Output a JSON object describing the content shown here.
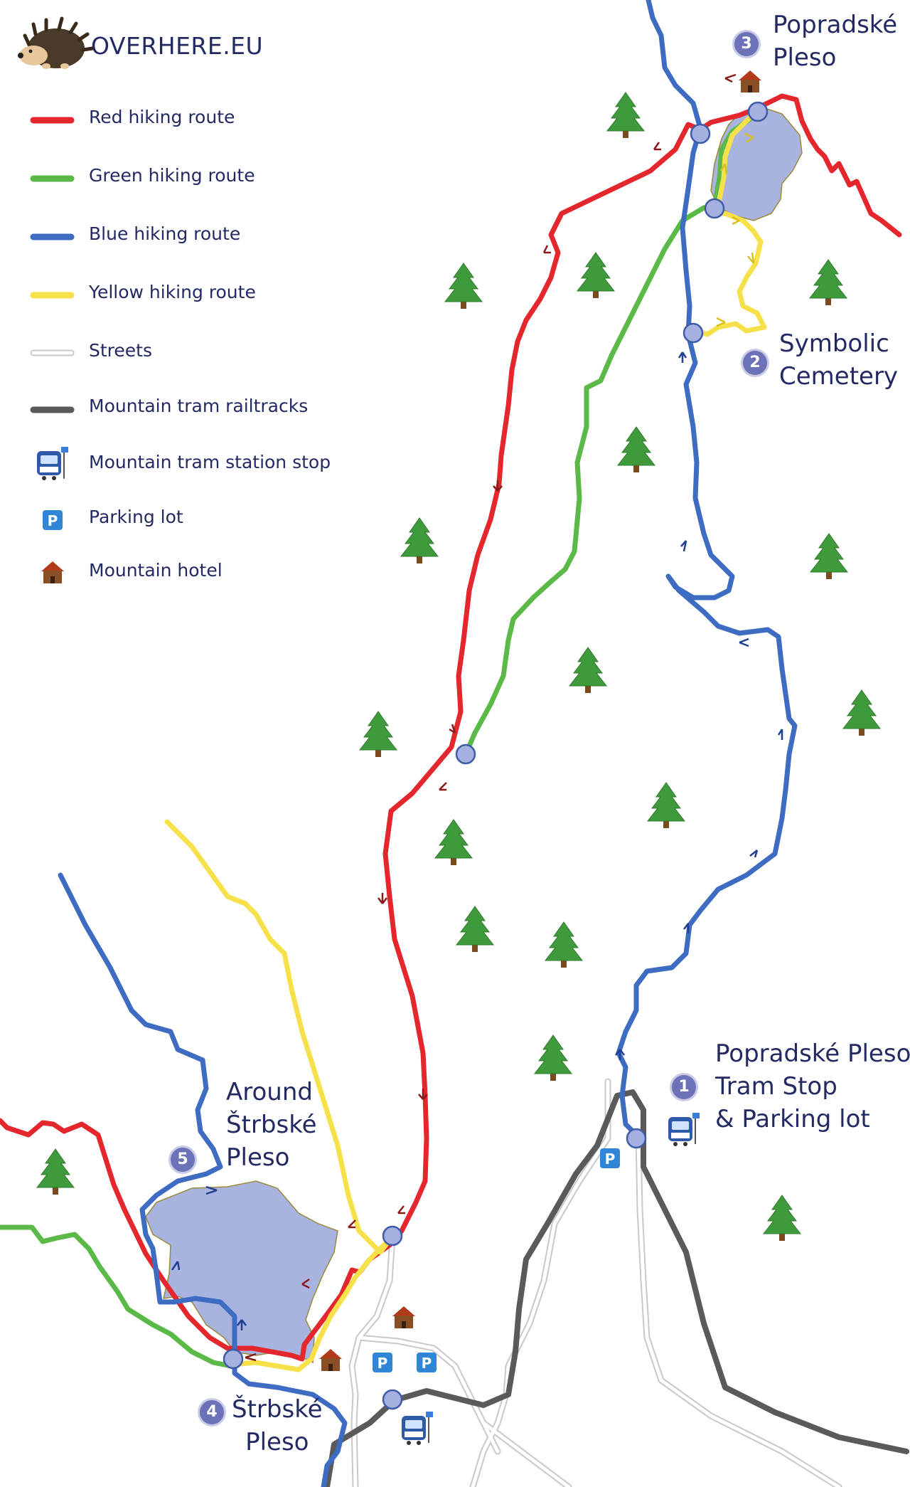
{
  "brand": {
    "name": "OVERHERE.EU",
    "logo_icon": "hedgehog-icon"
  },
  "legend": {
    "items": [
      {
        "label": "Red hiking route",
        "kind": "line",
        "color": "#e4262d"
      },
      {
        "label": "Green hiking route",
        "kind": "line",
        "color": "#5ab947"
      },
      {
        "label": "Blue hiking route",
        "kind": "line",
        "color": "#3e6cc3"
      },
      {
        "label": "Yellow hiking route",
        "kind": "line",
        "color": "#f6e14b"
      },
      {
        "label": "Streets",
        "kind": "line",
        "color": "#ffffff"
      },
      {
        "label": "Mountain tram railtracks",
        "kind": "line",
        "color": "#6b6b6b"
      },
      {
        "label": "Mountain tram station stop",
        "kind": "icon",
        "icon": "tram-icon"
      },
      {
        "label": "Parking lot",
        "kind": "icon",
        "icon": "parking-icon",
        "glyph": "P"
      },
      {
        "label": "Mountain hotel",
        "kind": "icon",
        "icon": "hotel-icon"
      }
    ]
  },
  "places": [
    {
      "number": "1",
      "lines": [
        "Popradské Pleso",
        "Tram Stop",
        "& Parking lot"
      ]
    },
    {
      "number": "2",
      "lines": [
        "Symbolic",
        "Cemetery"
      ]
    },
    {
      "number": "3",
      "lines": [
        "Popradské",
        "Pleso"
      ]
    },
    {
      "number": "4",
      "lines": [
        "Štrbské",
        "Pleso"
      ]
    },
    {
      "number": "5",
      "lines": [
        "Around",
        "Štrbské",
        "Pleso"
      ]
    }
  ],
  "colors": {
    "red": "#e4262d",
    "green": "#5ab947",
    "blue": "#3e6cc3",
    "yellow": "#f6e14b",
    "rail": "#6b6b6b",
    "lake": "#a9b3e0",
    "node": "#a5b0e0",
    "text": "#232a63",
    "tree": "#3f9a3c"
  }
}
